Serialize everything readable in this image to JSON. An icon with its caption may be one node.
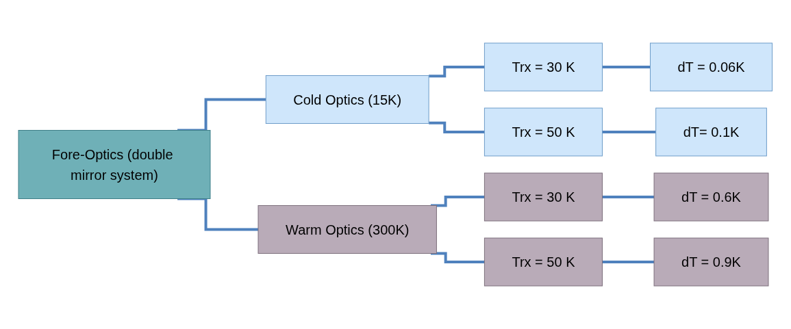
{
  "diagram": {
    "nodes": [
      {
        "text": [
          "Fore-Optics (double mirror system)"
        ]
      },
      {
        "text": [
          "Cold Optics (15K)"
        ]
      },
      {
        "text": [
          "Trx = 30 K"
        ]
      },
      {
        "text": [
          "Trx = 50 K"
        ]
      },
      {
        "text": [
          "dT = 0.06K"
        ]
      },
      {
        "text": [
          "dT= 0.1K"
        ]
      },
      {
        "text": [
          "Warm Optics (300K)"
        ]
      },
      {
        "text": [
          "Trx = 30 K"
        ]
      },
      {
        "text": [
          "Trx = 50 K"
        ]
      },
      {
        "text": [
          "dT = 0.6K"
        ]
      },
      {
        "text": [
          "dT = 0.9K"
        ]
      }
    ],
    "edges": [
      {
        "from": 0,
        "to": 1,
        "arrow": "none"
      },
      {
        "from": 0,
        "to": 6,
        "arrow": "none"
      },
      {
        "from": 1,
        "to": 2,
        "arrow": "none"
      },
      {
        "from": 1,
        "to": 3,
        "arrow": "none"
      },
      {
        "from": 2,
        "to": 4,
        "arrow": "none"
      },
      {
        "from": 3,
        "to": 5,
        "arrow": "none"
      },
      {
        "from": 6,
        "to": 7,
        "arrow": "none"
      },
      {
        "from": 6,
        "to": 8,
        "arrow": "none"
      },
      {
        "from": 7,
        "to": 9,
        "arrow": "none"
      },
      {
        "from": 8,
        "to": 10,
        "arrow": "none"
      }
    ]
  }
}
